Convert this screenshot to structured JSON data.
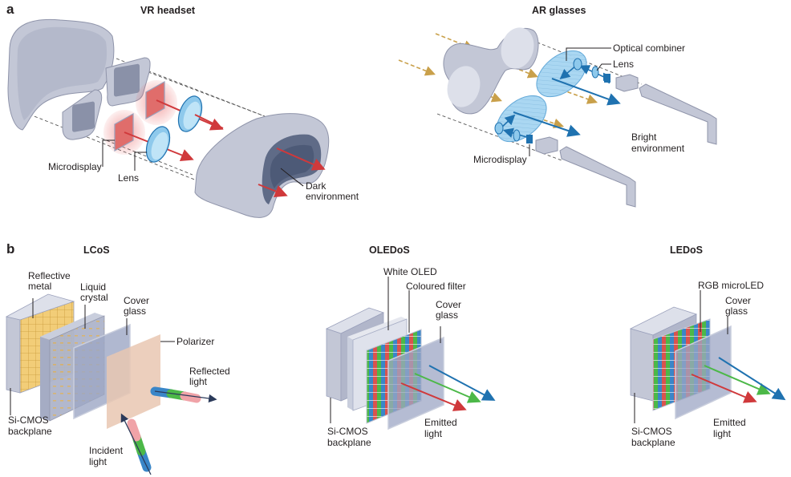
{
  "panel_a": {
    "letter": "a",
    "vr": {
      "title": "VR headset",
      "labels": {
        "microdisplay": "Microdisplay",
        "lens": "Lens",
        "dark_env_line1": "Dark",
        "dark_env_line2": "environment"
      }
    },
    "ar": {
      "title": "AR glasses",
      "labels": {
        "optical_combiner": "Optical combiner",
        "lens": "Lens",
        "microdisplay": "Microdisplay",
        "bright_env_line1": "Bright",
        "bright_env_line2": "environment"
      }
    }
  },
  "panel_b": {
    "letter": "b",
    "lcos": {
      "title": "LCoS",
      "labels": {
        "reflective_metal_line1": "Reflective",
        "reflective_metal_line2": "metal",
        "liquid_crystal_line1": "Liquid",
        "liquid_crystal_line2": "crystal",
        "cover_glass_line1": "Cover",
        "cover_glass_line2": "glass",
        "polarizer": "Polarizer",
        "reflected_light_line1": "Reflected",
        "reflected_light_line2": "light",
        "incident_light_line1": "Incident",
        "incident_light_line2": "light",
        "backplane_line1": "Si-CMOS",
        "backplane_line2": "backplane"
      }
    },
    "oledos": {
      "title": "OLEDoS",
      "labels": {
        "white_oled": "White OLED",
        "coloured_filter": "Coloured filter",
        "cover_glass_line1": "Cover",
        "cover_glass_line2": "glass",
        "emitted_light_line1": "Emitted",
        "emitted_light_line2": "light",
        "backplane_line1": "Si-CMOS",
        "backplane_line2": "backplane"
      }
    },
    "ledos": {
      "title": "LEDoS",
      "labels": {
        "rgb_microled": "RGB microLED",
        "cover_glass_line1": "Cover",
        "cover_glass_line2": "glass",
        "emitted_light_line1": "Emitted",
        "emitted_light_line2": "light",
        "backplane_line1": "Si-CMOS",
        "backplane_line2": "backplane"
      }
    }
  },
  "colors": {
    "housing": "#c3c7d6",
    "housing_dark": "#9ea3b8",
    "display_red": "#e06d6b",
    "ray_red": "#d0393b",
    "lens_blue": "#8ec9ec",
    "ray_blue": "#1f72b0",
    "ambient_gold": "#c9a04a",
    "metal_gold": "#f2cd78",
    "polarizer": "#e9c7b2",
    "emit_green": "#4cb848"
  }
}
